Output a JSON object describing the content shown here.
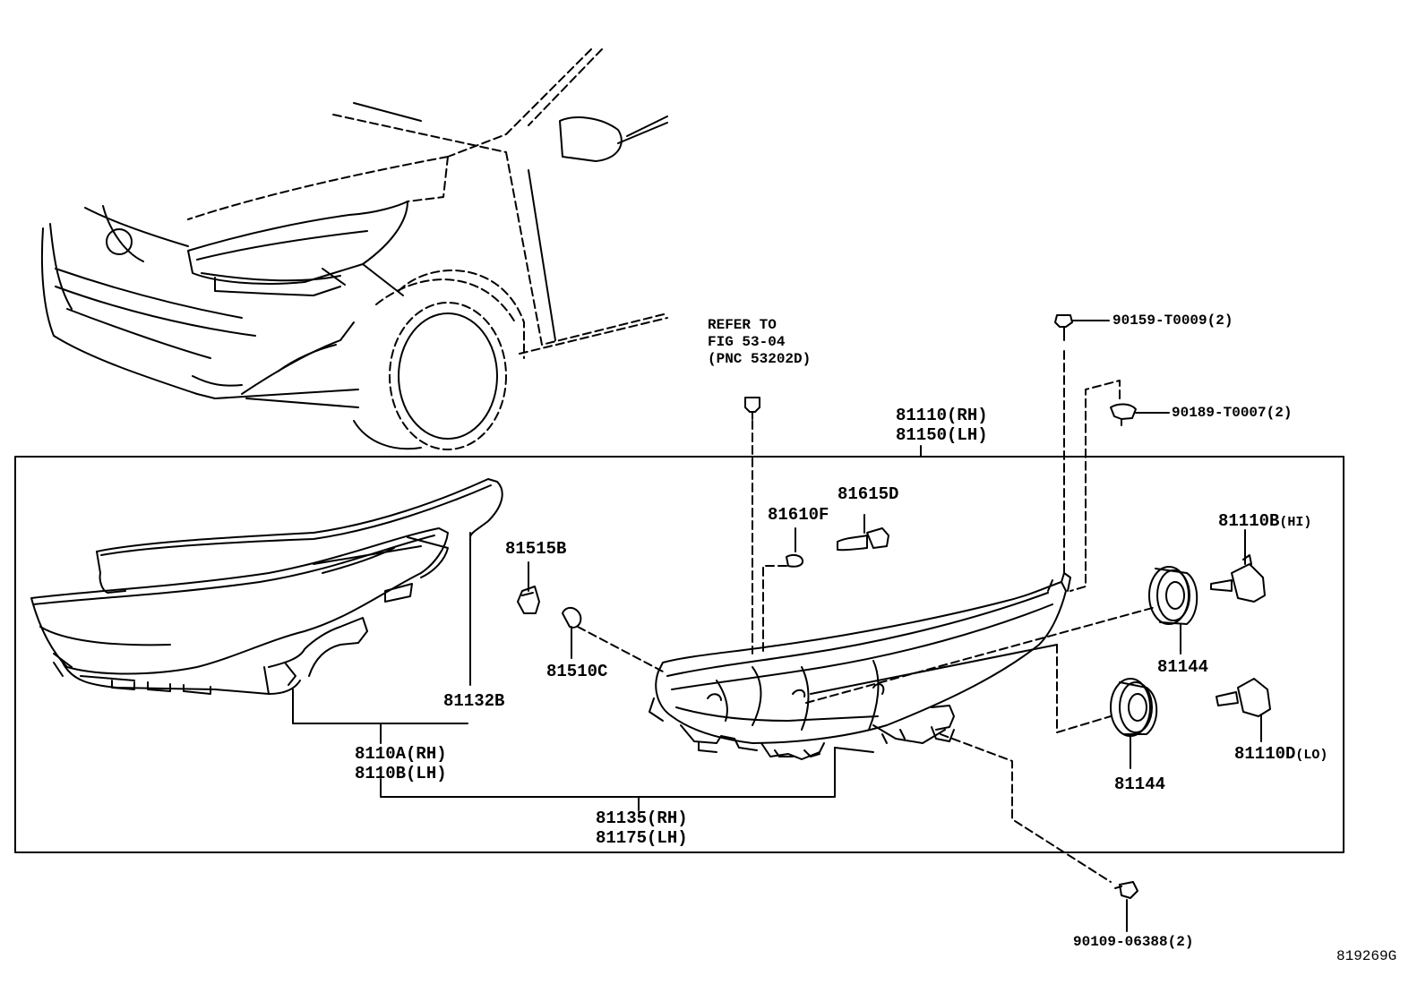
{
  "refer": {
    "line1": "REFER TO",
    "line2": "FIG 53-04",
    "line3": "(PNC 53202D)"
  },
  "parts": {
    "p90159": "90159-T0009(2)",
    "p90189": "90189-T0007(2)",
    "p81110_rh": "81110(RH)",
    "p81150_lh": "81150(LH)",
    "p81615D": "81615D",
    "p81610F": "81610F",
    "p81515B": "81515B",
    "p81510C": "81510C",
    "p81110B_num": "81110B",
    "p81110B_suf": "(HI)",
    "p81144_a": "81144",
    "p81144_b": "81144",
    "p81110D_num": "81110D",
    "p81110D_suf": "(LO)",
    "p81132B": "81132B",
    "p8110A": "8110A(RH)",
    "p8110B": "8110B(LH)",
    "p81135": "81135(RH)",
    "p81175": "81175(LH)",
    "p90109": "90109-06388(2)"
  },
  "figure_id": "819269G"
}
